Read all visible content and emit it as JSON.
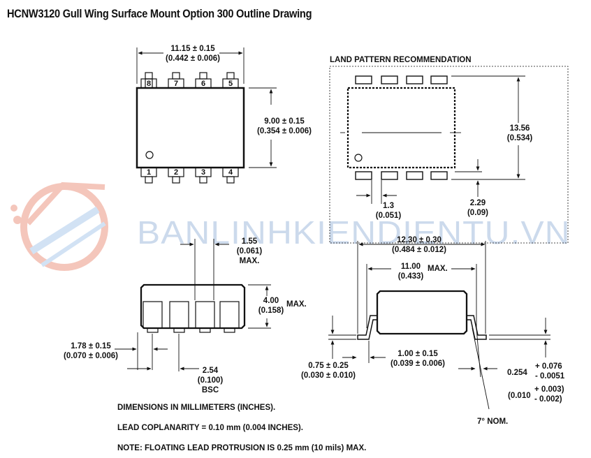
{
  "title": "HCNW3120 Gull Wing Surface Mount Option 300 Outline Drawing",
  "top_view": {
    "width_label": "11.15 ± 0.15",
    "width_label_in": "(0.442 ± 0.006)",
    "height_label": "9.00 ± 0.15",
    "height_label_in": "(0.354 ± 0.006)",
    "pins_top": [
      "8",
      "7",
      "6",
      "5"
    ],
    "pins_bottom": [
      "1",
      "2",
      "3",
      "4"
    ]
  },
  "land_pattern": {
    "title": "LAND PATTERN RECOMMENDATION",
    "height_label": "13.56",
    "height_label_in": "(0.534)",
    "pitch_label": "1.3",
    "pitch_label_in": "(0.051)",
    "pad_label": "2.29",
    "pad_label_in": "(0.09)"
  },
  "front_view": {
    "lead_width_label": "1.55",
    "lead_width_label_in": "(0.061)",
    "lead_width_max": "MAX.",
    "height_label": "4.00",
    "height_label_in": "(0.158)",
    "height_max": "MAX.",
    "lead_offset_label": "1.78 ± 0.15",
    "lead_offset_label_in": "(0.070 ± 0.006)",
    "pitch_label": "2.54",
    "pitch_label_in": "(0.100)",
    "pitch_bsc": "BSC"
  },
  "side_view": {
    "overall_label": "12.30 ± 0.30",
    "overall_label_in": "(0.484 ± 0.012)",
    "body_label": "11.00",
    "body_max": "MAX.",
    "body_label_in": "(0.433)",
    "foot_label": "0.75 ± 0.25",
    "foot_label_in": "(0.030 ± 0.010)",
    "standoff_label": "1.00 ± 0.15",
    "standoff_label_in": "(0.039 ± 0.006)",
    "thickness_nominal": "0.254",
    "thickness_plus": "+ 0.076",
    "thickness_minus": "- 0.0051",
    "thickness_nominal_in": "(0.010",
    "thickness_plus_in": "+ 0.003)",
    "thickness_minus_in": "- 0.002)",
    "angle_label": "7° NOM."
  },
  "notes": [
    "DIMENSIONS IN MILLIMETERS (INCHES).",
    "LEAD COPLANARITY = 0.10 mm (0.004 INCHES).",
    "NOTE: FLOATING LEAD PROTRUSION IS 0.25 mm (10 mils) MAX."
  ],
  "watermark": "BANLINHKIENDIENTU.VN"
}
